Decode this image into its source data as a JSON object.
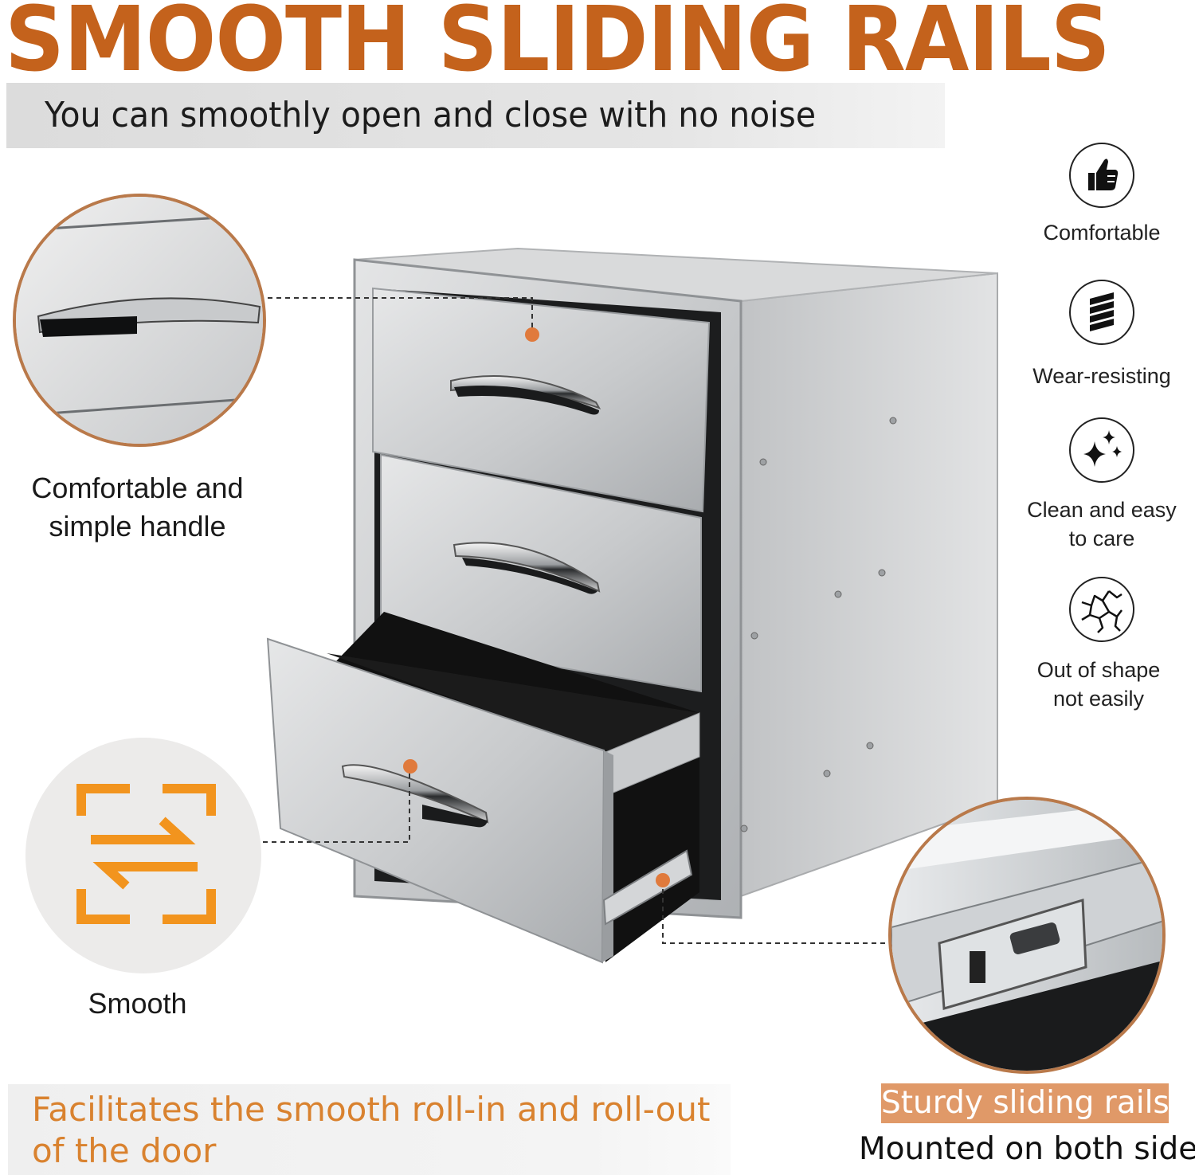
{
  "header": {
    "title": "SMOOTH SLIDING RAILS",
    "subtitle": "You can smoothly open and close with no noise"
  },
  "callouts": {
    "handle_caption_line1": "Comfortable and",
    "handle_caption_line2": "simple handle",
    "smooth_caption": "Smooth"
  },
  "features": [
    {
      "icon": "thumbs-up-icon",
      "label_line1": "Comfortable",
      "label_line2": ""
    },
    {
      "icon": "wear-stripes-icon",
      "label_line1": "Wear-resisting",
      "label_line2": ""
    },
    {
      "icon": "sparkle-icon",
      "label_line1": "Clean and easy",
      "label_line2": "to care"
    },
    {
      "icon": "crack-icon",
      "label_line1": "Out of shape",
      "label_line2": "not easily"
    }
  ],
  "bottom": {
    "left_text_line1": "Facilitates the smooth roll-in and roll-out",
    "left_text_line2": "of the door",
    "badge": "Sturdy sliding rails",
    "badge_sub": "Mounted on both sides"
  },
  "colors": {
    "accent_orange": "#c4621c",
    "callout_dot": "#e07a3c",
    "badge_bg": "#e09968",
    "bottom_text": "#d9822f",
    "circle_border": "#b9794a"
  }
}
